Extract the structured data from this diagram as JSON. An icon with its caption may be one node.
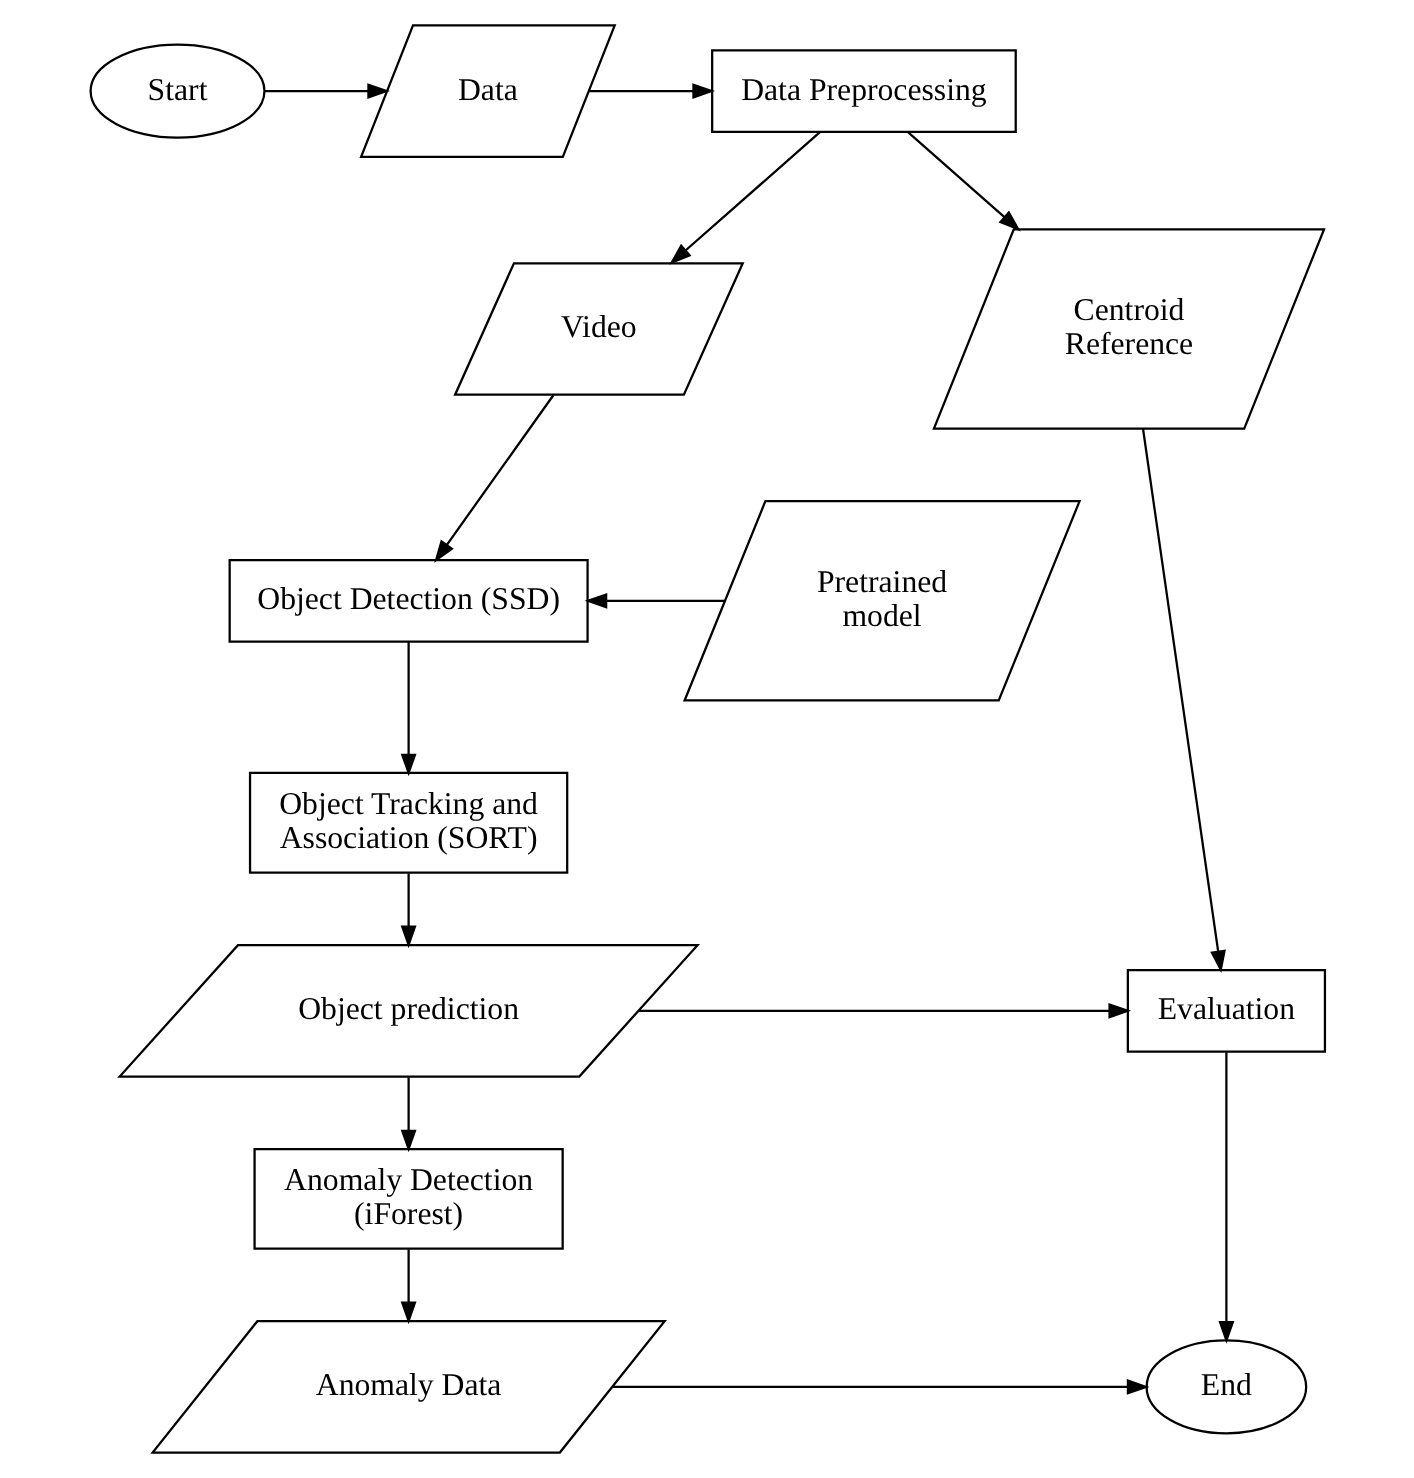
{
  "diagram": {
    "nodes": [
      {
        "text": [
          "Start"
        ]
      },
      {
        "text": [
          "Data"
        ]
      },
      {
        "text": [
          "Data Preprocessing"
        ]
      },
      {
        "text": [
          "Video"
        ]
      },
      {
        "text": [
          "Centroid Reference"
        ]
      },
      {
        "text": [
          "Pretrained model"
        ]
      },
      {
        "text": [
          "Object Detection (SSD)"
        ]
      },
      {
        "text": [
          "Object Tracking and Association (SORT)"
        ]
      },
      {
        "text": [
          "Object prediction"
        ]
      },
      {
        "text": [
          "Evaluation"
        ]
      },
      {
        "text": [
          "Anomaly Detection (iForest)"
        ]
      },
      {
        "text": [
          "Anomaly Data"
        ]
      },
      {
        "text": [
          "End"
        ]
      }
    ],
    "edges": [
      {
        "from": 0,
        "to": 1,
        "arrow": "to"
      },
      {
        "from": 1,
        "to": 2,
        "arrow": "to"
      },
      {
        "from": 2,
        "to": 3,
        "arrow": "to"
      },
      {
        "from": 2,
        "to": 4,
        "arrow": "to"
      },
      {
        "from": 3,
        "to": 6,
        "arrow": "to"
      },
      {
        "from": 5,
        "to": 6,
        "arrow": "to"
      },
      {
        "from": 6,
        "to": 7,
        "arrow": "to"
      },
      {
        "from": 7,
        "to": 8,
        "arrow": "to"
      },
      {
        "from": 8,
        "to": 9,
        "arrow": "to"
      },
      {
        "from": 4,
        "to": 9,
        "arrow": "to"
      },
      {
        "from": 8,
        "to": 10,
        "arrow": "to"
      },
      {
        "from": 10,
        "to": 11,
        "arrow": "to"
      },
      {
        "from": 11,
        "to": 12,
        "arrow": "to"
      },
      {
        "from": 9,
        "to": 12,
        "arrow": "to"
      }
    ]
  }
}
